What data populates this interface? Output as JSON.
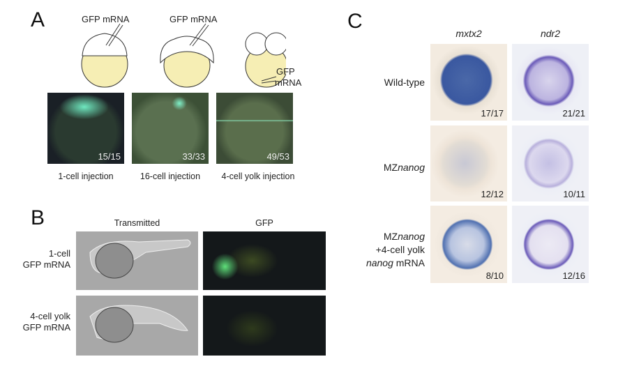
{
  "panel_a": {
    "letter": "A",
    "injection_labels": [
      "GFP mRNA",
      "GFP mRNA",
      "GFP",
      "mRNA"
    ],
    "images": [
      {
        "count": "15/15",
        "caption": "1-cell injection"
      },
      {
        "count": "33/33",
        "caption": "16-cell injection"
      },
      {
        "count": "49/53",
        "caption": "4-cell yolk injection"
      }
    ]
  },
  "panel_b": {
    "letter": "B",
    "columns": [
      "Transmitted",
      "GFP"
    ],
    "rows": [
      {
        "line1": "1-cell",
        "line2": "GFP mRNA"
      },
      {
        "line1": "4-cell yolk",
        "line2": "GFP mRNA"
      }
    ]
  },
  "panel_c": {
    "letter": "C",
    "columns": [
      "mxtx2",
      "ndr2"
    ],
    "rows": [
      {
        "label": "Wild-type",
        "counts": [
          "17/17",
          "21/21"
        ]
      },
      {
        "label_prefix": "MZ",
        "label_italic": "nanog",
        "counts": [
          "12/12",
          "10/11"
        ]
      },
      {
        "label_prefix": "MZ",
        "label_italic": "nanog",
        "line2": "+4-cell yolk",
        "line3_italic": "nanog",
        "line3": " mRNA",
        "counts": [
          "8/10",
          "12/16"
        ]
      }
    ]
  },
  "colors": {
    "yolk": "#f6eeb4",
    "gfp": "#5fe0b0",
    "stain_blue": "#3f5fa8",
    "stain_purple": "#6a5ab8"
  }
}
